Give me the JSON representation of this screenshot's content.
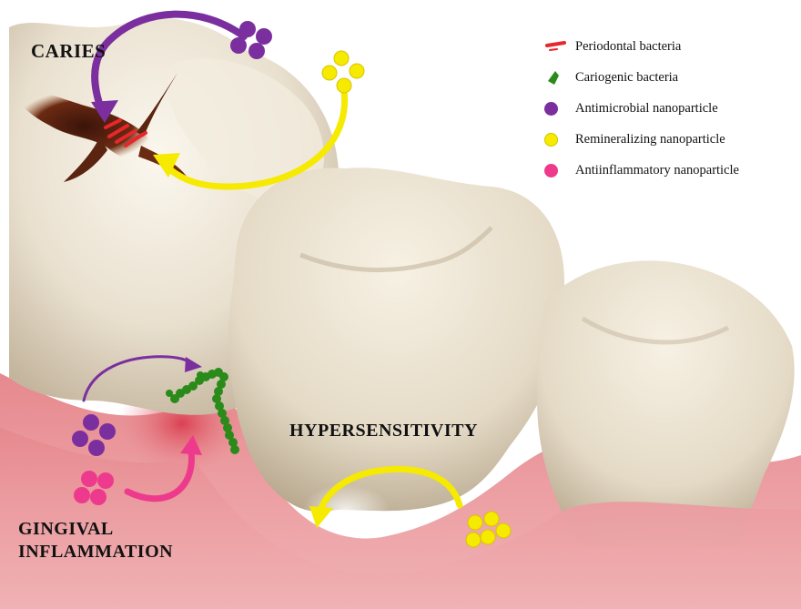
{
  "labels": {
    "caries": "CARIES",
    "hypersensitivity": "HYPERSENSITIVITY",
    "gingival_line1": "GINGIVAL",
    "gingival_line2": "INFLAMMATION"
  },
  "legend": [
    {
      "symbol": "periodontal-bacteria",
      "label": "Periodontal bacteria",
      "color": "#e8262b"
    },
    {
      "symbol": "cariogenic-bacteria",
      "label": "Cariogenic bacteria",
      "color": "#2a8a1a"
    },
    {
      "symbol": "antimicrobial-nanoparticle",
      "label": "Antimicrobial nanoparticle",
      "color": "#7b2f9e"
    },
    {
      "symbol": "remineralizing-nanoparticle",
      "label": "Remineralizing nanoparticle",
      "color": "#f5ea00"
    },
    {
      "symbol": "antiinflammatory-nanoparticle",
      "label": "Antiinflammatory nanoparticle",
      "color": "#ee3a8c"
    }
  ],
  "colors": {
    "tooth": "#ede5d6",
    "tooth_shadow": "#c9bca6",
    "gum": "#e89a9c",
    "gum_dark": "#c85a62",
    "caries_stain": "#5a2410"
  }
}
